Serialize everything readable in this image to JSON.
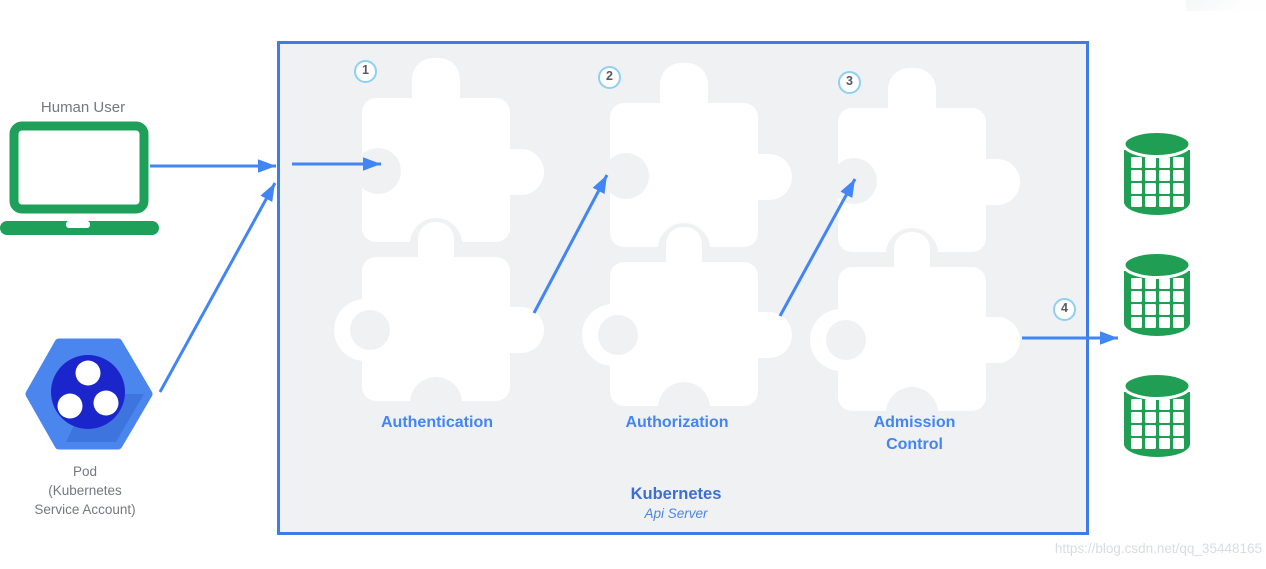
{
  "labels": {
    "human_user": "Human User",
    "pod": "Pod\n(Kubernetes\nService Account)"
  },
  "api_server_box": {
    "title": "Kubernetes",
    "subtitle": "Api Server",
    "steps": [
      {
        "number": "1",
        "label": "Authentication"
      },
      {
        "number": "2",
        "label": "Authorization"
      },
      {
        "number": "3",
        "label": "Admission\nControl"
      },
      {
        "number": "4",
        "label": ""
      }
    ]
  },
  "watermark": "https://blog.csdn.net/qq_35448165",
  "icons": {
    "human_user": "laptop-icon",
    "pod": "pod-hexagon-icon",
    "storage": "database-cylinder-icon",
    "pipeline_stage": "puzzle-piece-shape"
  },
  "colors": {
    "arrow_blue": "#4285f4",
    "box_border_blue": "#3f7ce8",
    "box_fill": "#f0f1f3",
    "label_blue": "#4285f4",
    "title_blue": "#3b6fd6",
    "green": "#1fa05a",
    "pod_hexagon_blue": "#4b86ee",
    "pod_core_blue": "#1b25cc",
    "badge_border_blue": "#8ed0f4",
    "gray_text": "#75787d",
    "watermark_gray": "#d9dce2"
  }
}
